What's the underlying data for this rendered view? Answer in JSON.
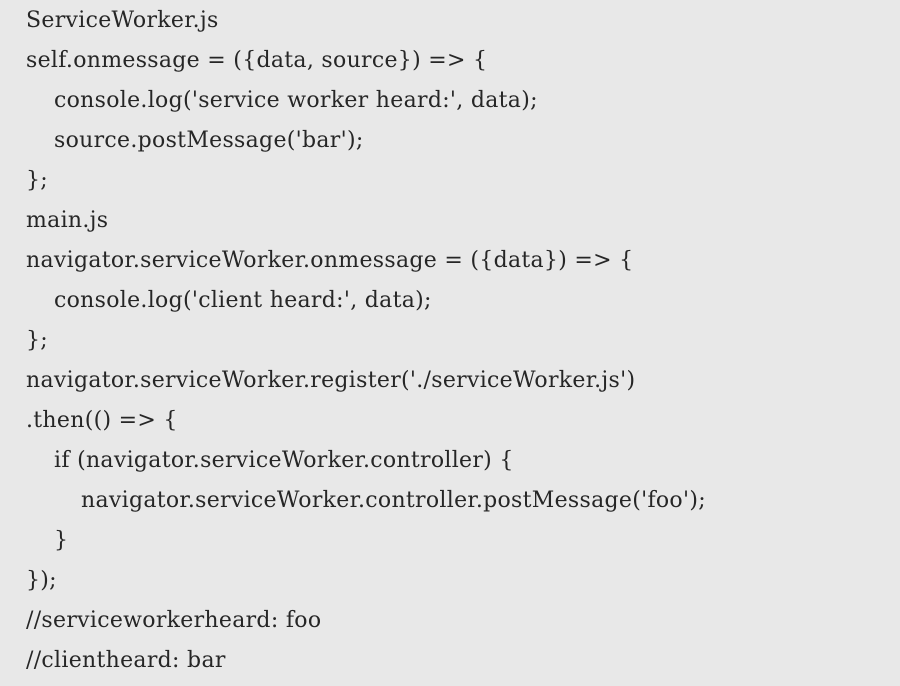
{
  "code": {
    "lines": [
      "ServiceWorker.js",
      "self.onmessage = ({data, source}) => {",
      "console.log('service worker heard:', data);",
      "source.postMessage('bar');",
      "};",
      "main.js",
      "navigator.serviceWorker.onmessage = ({data}) => {",
      "console.log('client heard:', data);",
      "};",
      "navigator.serviceWorker.register('./serviceWorker.js')",
      ".then(() => {",
      "if (navigator.serviceWorker.controller) {",
      "navigator.serviceWorker.controller.postMessage('foo');",
      "}",
      "});",
      "//serviceworkerheard: foo",
      "//clientheard: bar"
    ]
  }
}
